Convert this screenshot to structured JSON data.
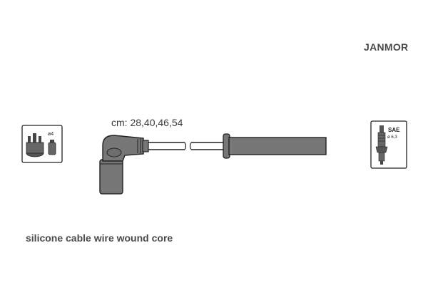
{
  "brand": "JANMOR",
  "cable_lengths": "cm: 28,40,46,54",
  "description": "silicone cable wire wound core",
  "distributor_icon": {
    "icon": "distributor-cap-icon",
    "size_label": "ø4"
  },
  "spark_plug_icon": {
    "icon": "spark-plug-icon",
    "standard_label": "SAE",
    "size_label": "ø 6,3"
  },
  "colors": {
    "boot_fill": "#777777",
    "outline": "#222222",
    "text": "#4a4a4a"
  }
}
